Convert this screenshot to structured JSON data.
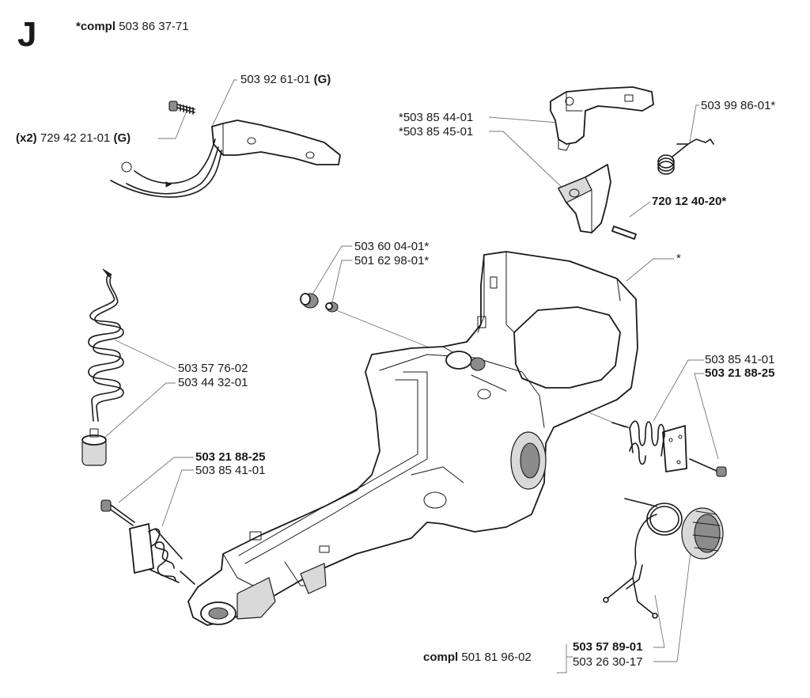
{
  "section_letter": "J",
  "header": {
    "prefix": "*compl",
    "number": "503 86 37-71"
  },
  "labels": {
    "bracket": {
      "number": "503 92 61-01",
      "suffix": "(G)"
    },
    "screw": {
      "prefix": "(x2)",
      "number": "729 42 21-01",
      "suffix": "(G)"
    },
    "throttle_a": "*503 85 44-01",
    "throttle_b": "*503 85 45-01",
    "spring_right": "503 99 86-01*",
    "pin": "720 12 40-20*",
    "handle_star": "*",
    "bushing_a": "503 60 04-01*",
    "bushing_b": "501 62 98-01*",
    "fuel_hose": "503 57 76-02",
    "fuel_filter": "503 44 32-01",
    "av_right_a": "503 85 41-01",
    "av_right_b": "503 21 88-25",
    "av_left_a": "503 21 88-25",
    "av_left_b": "503 85 41-01",
    "cap_compl_prefix": "compl",
    "cap_compl_number": "501 81 96-02",
    "cap_a": "503 57 89-01",
    "cap_b": "503 26 30-17"
  }
}
